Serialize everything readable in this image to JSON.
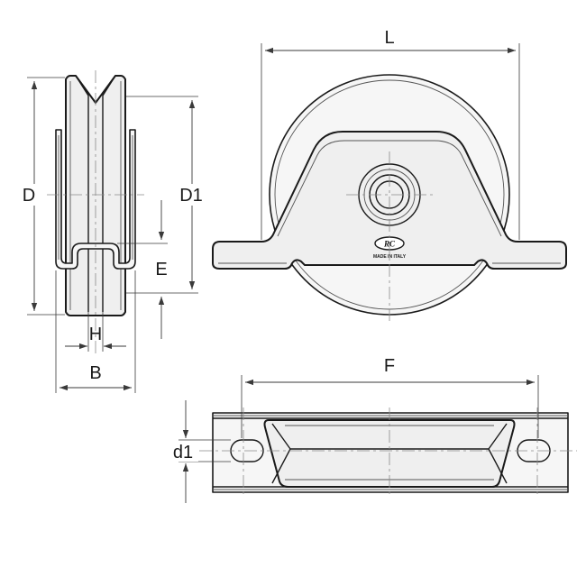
{
  "dimensions": {
    "L": "L",
    "D": "D",
    "D1": "D1",
    "E": "E",
    "H": "H",
    "B": "B",
    "F": "F",
    "d1": "d1"
  },
  "marking": {
    "logo_text": "RC",
    "made_in": "MADE IN ITALY"
  },
  "colors": {
    "line": "#1a1a1a",
    "fill": "#efefef",
    "centerline": "#8a8a8a"
  }
}
